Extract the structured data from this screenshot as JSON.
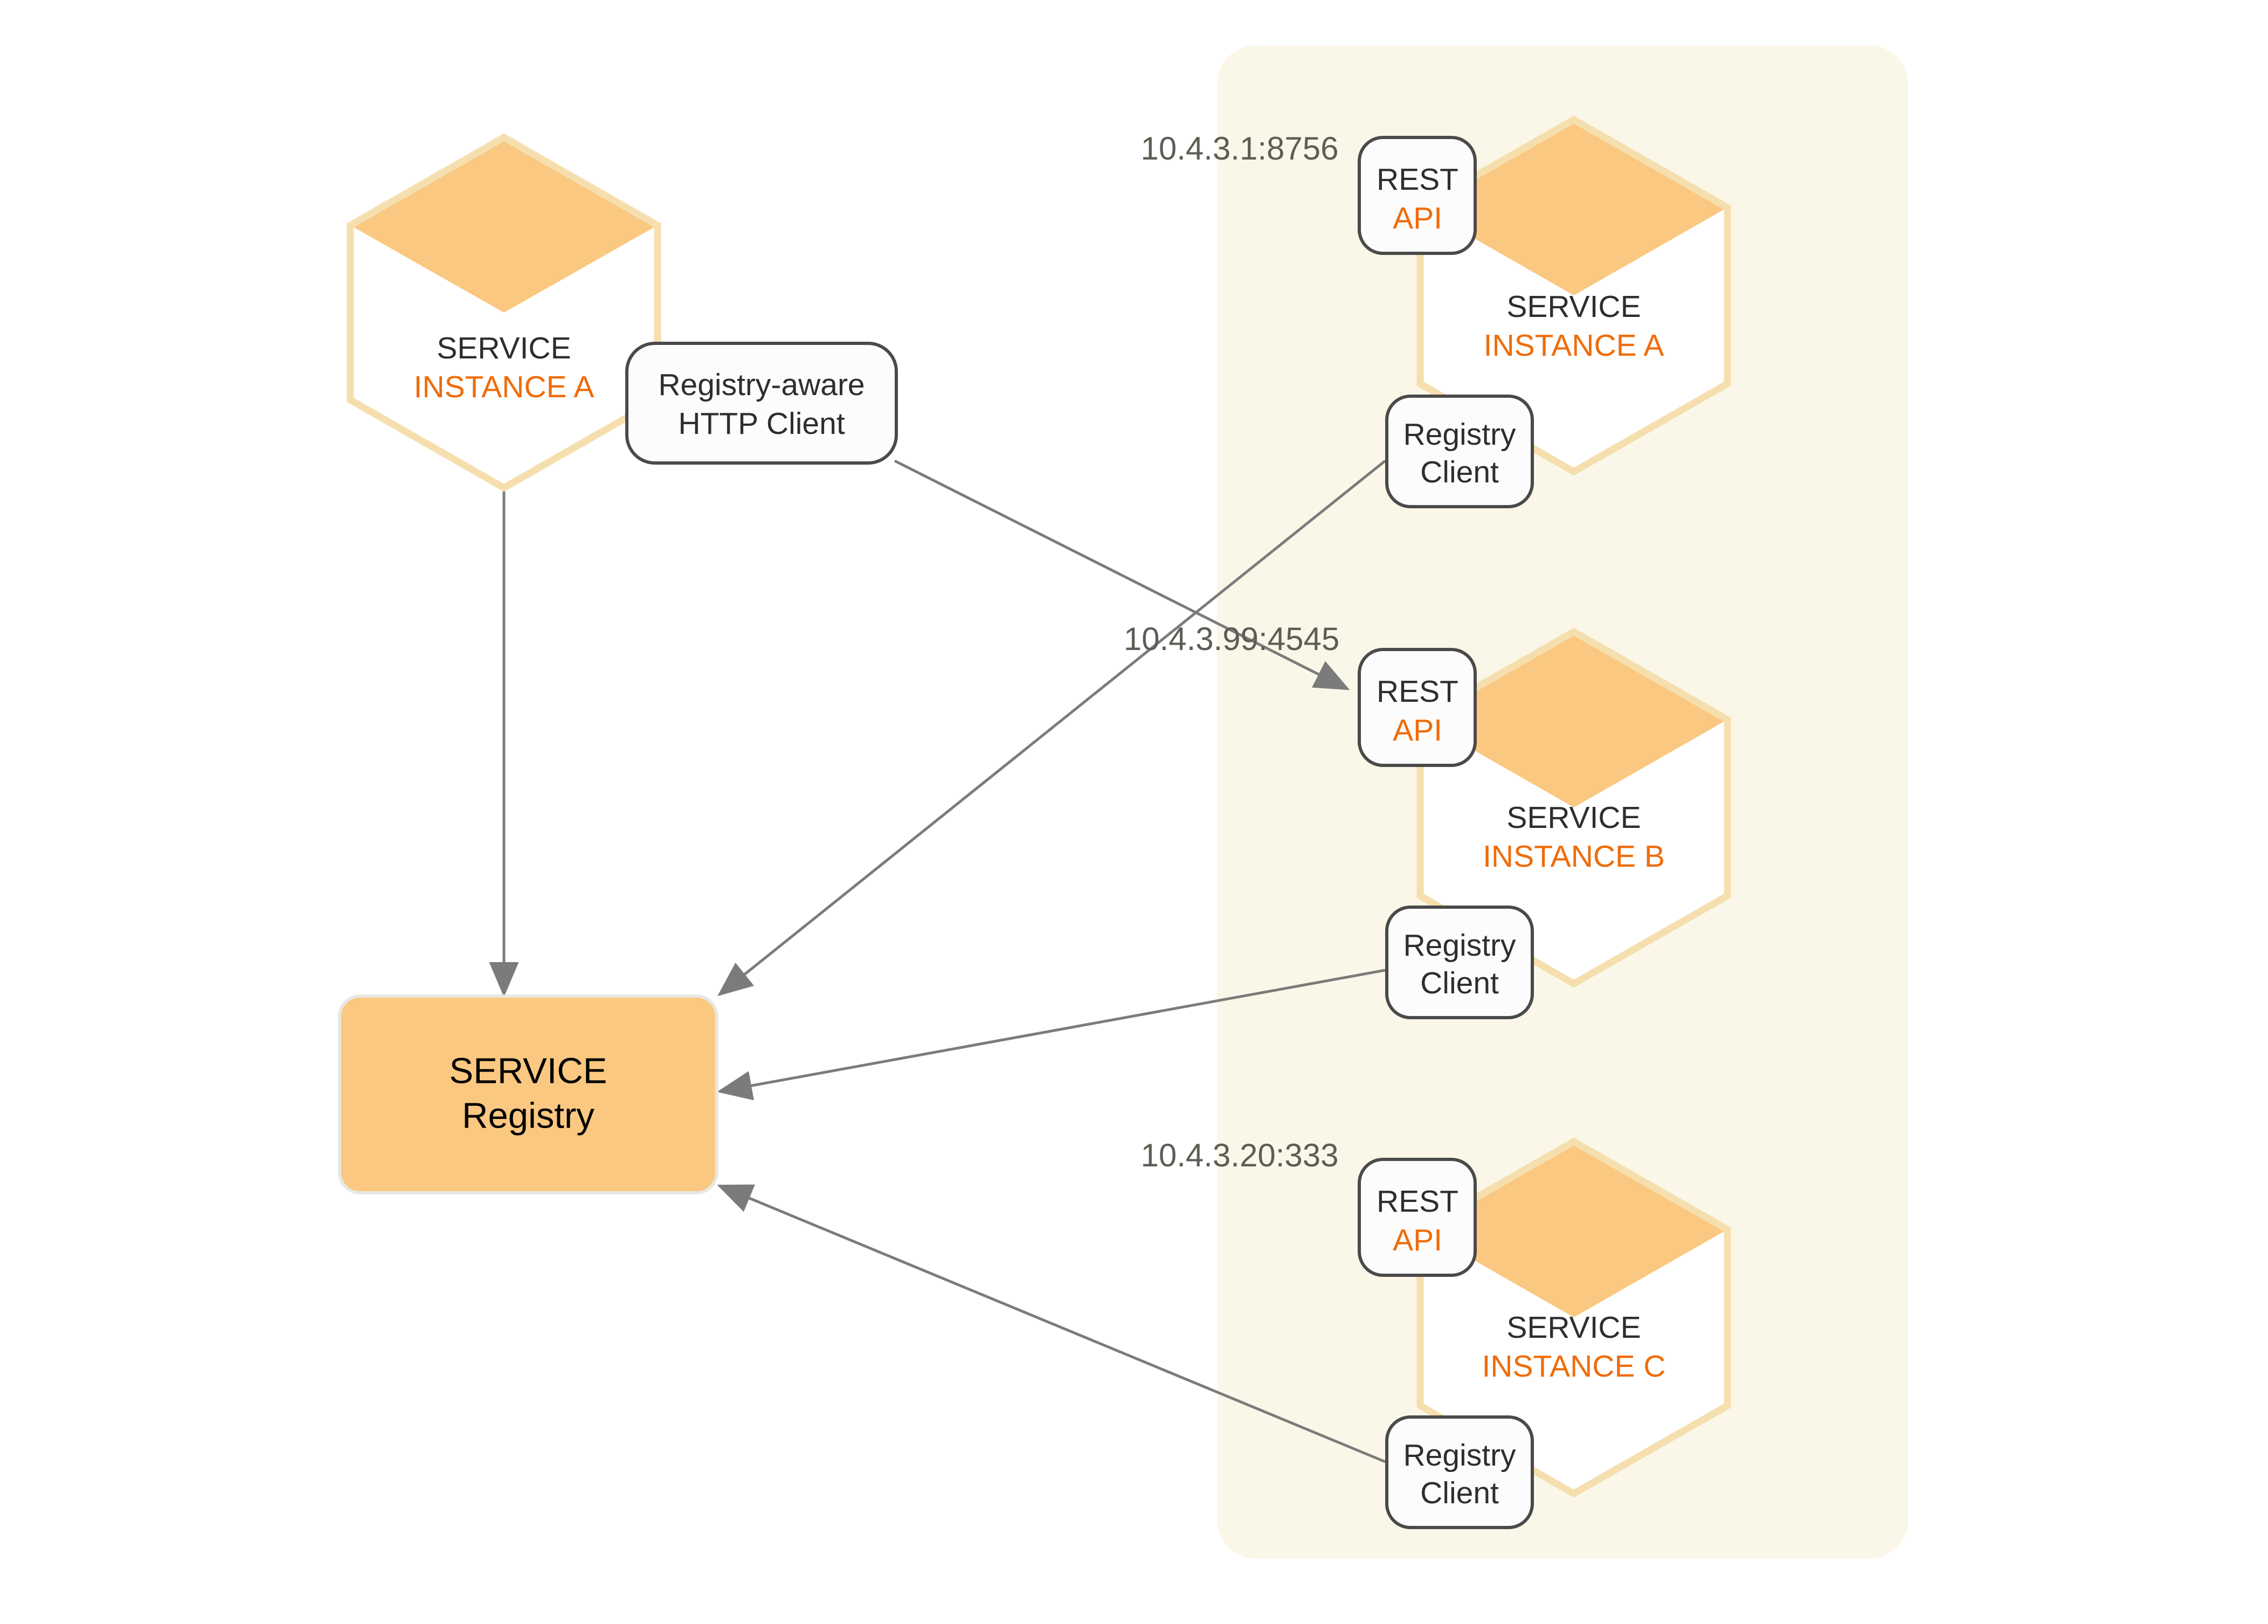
{
  "diagram": {
    "title": "Service Registry with registry-aware HTTP client",
    "colors": {
      "hex_fill": "#fac880",
      "hex_outline": "#f6dfae",
      "panel_bg": "#faf7e9",
      "accent_orange": "#ef6c0a",
      "line_gray": "#7b7b7b",
      "box_stroke": "#4a4a4a",
      "text_dark": "#2e2e2e",
      "ip_text": "#5e5d55"
    },
    "client": {
      "hexagon": {
        "label_top": "SERVICE",
        "label_bottom": "INSTANCE A"
      },
      "http_client_box": {
        "line1": "Registry-aware",
        "line2": "HTTP Client"
      }
    },
    "service_registry": {
      "line1": "SERVICE",
      "line2": "Registry"
    },
    "instances": [
      {
        "ip": "10.4.3.1:8756",
        "rest_api": {
          "line1": "REST",
          "line2": "API"
        },
        "registry_client": {
          "line1": "Registry",
          "line2": "Client"
        },
        "hexagon": {
          "label_top": "SERVICE",
          "label_bottom": "INSTANCE A"
        }
      },
      {
        "ip": "10.4.3.99:4545",
        "rest_api": {
          "line1": "REST",
          "line2": "API"
        },
        "registry_client": {
          "line1": "Registry",
          "line2": "Client"
        },
        "hexagon": {
          "label_top": "SERVICE",
          "label_bottom": "INSTANCE B"
        }
      },
      {
        "ip": "10.4.3.20:333",
        "rest_api": {
          "line1": "REST",
          "line2": "API"
        },
        "registry_client": {
          "line1": "Registry",
          "line2": "Client"
        },
        "hexagon": {
          "label_top": "SERVICE",
          "label_bottom": "INSTANCE C"
        }
      }
    ]
  }
}
